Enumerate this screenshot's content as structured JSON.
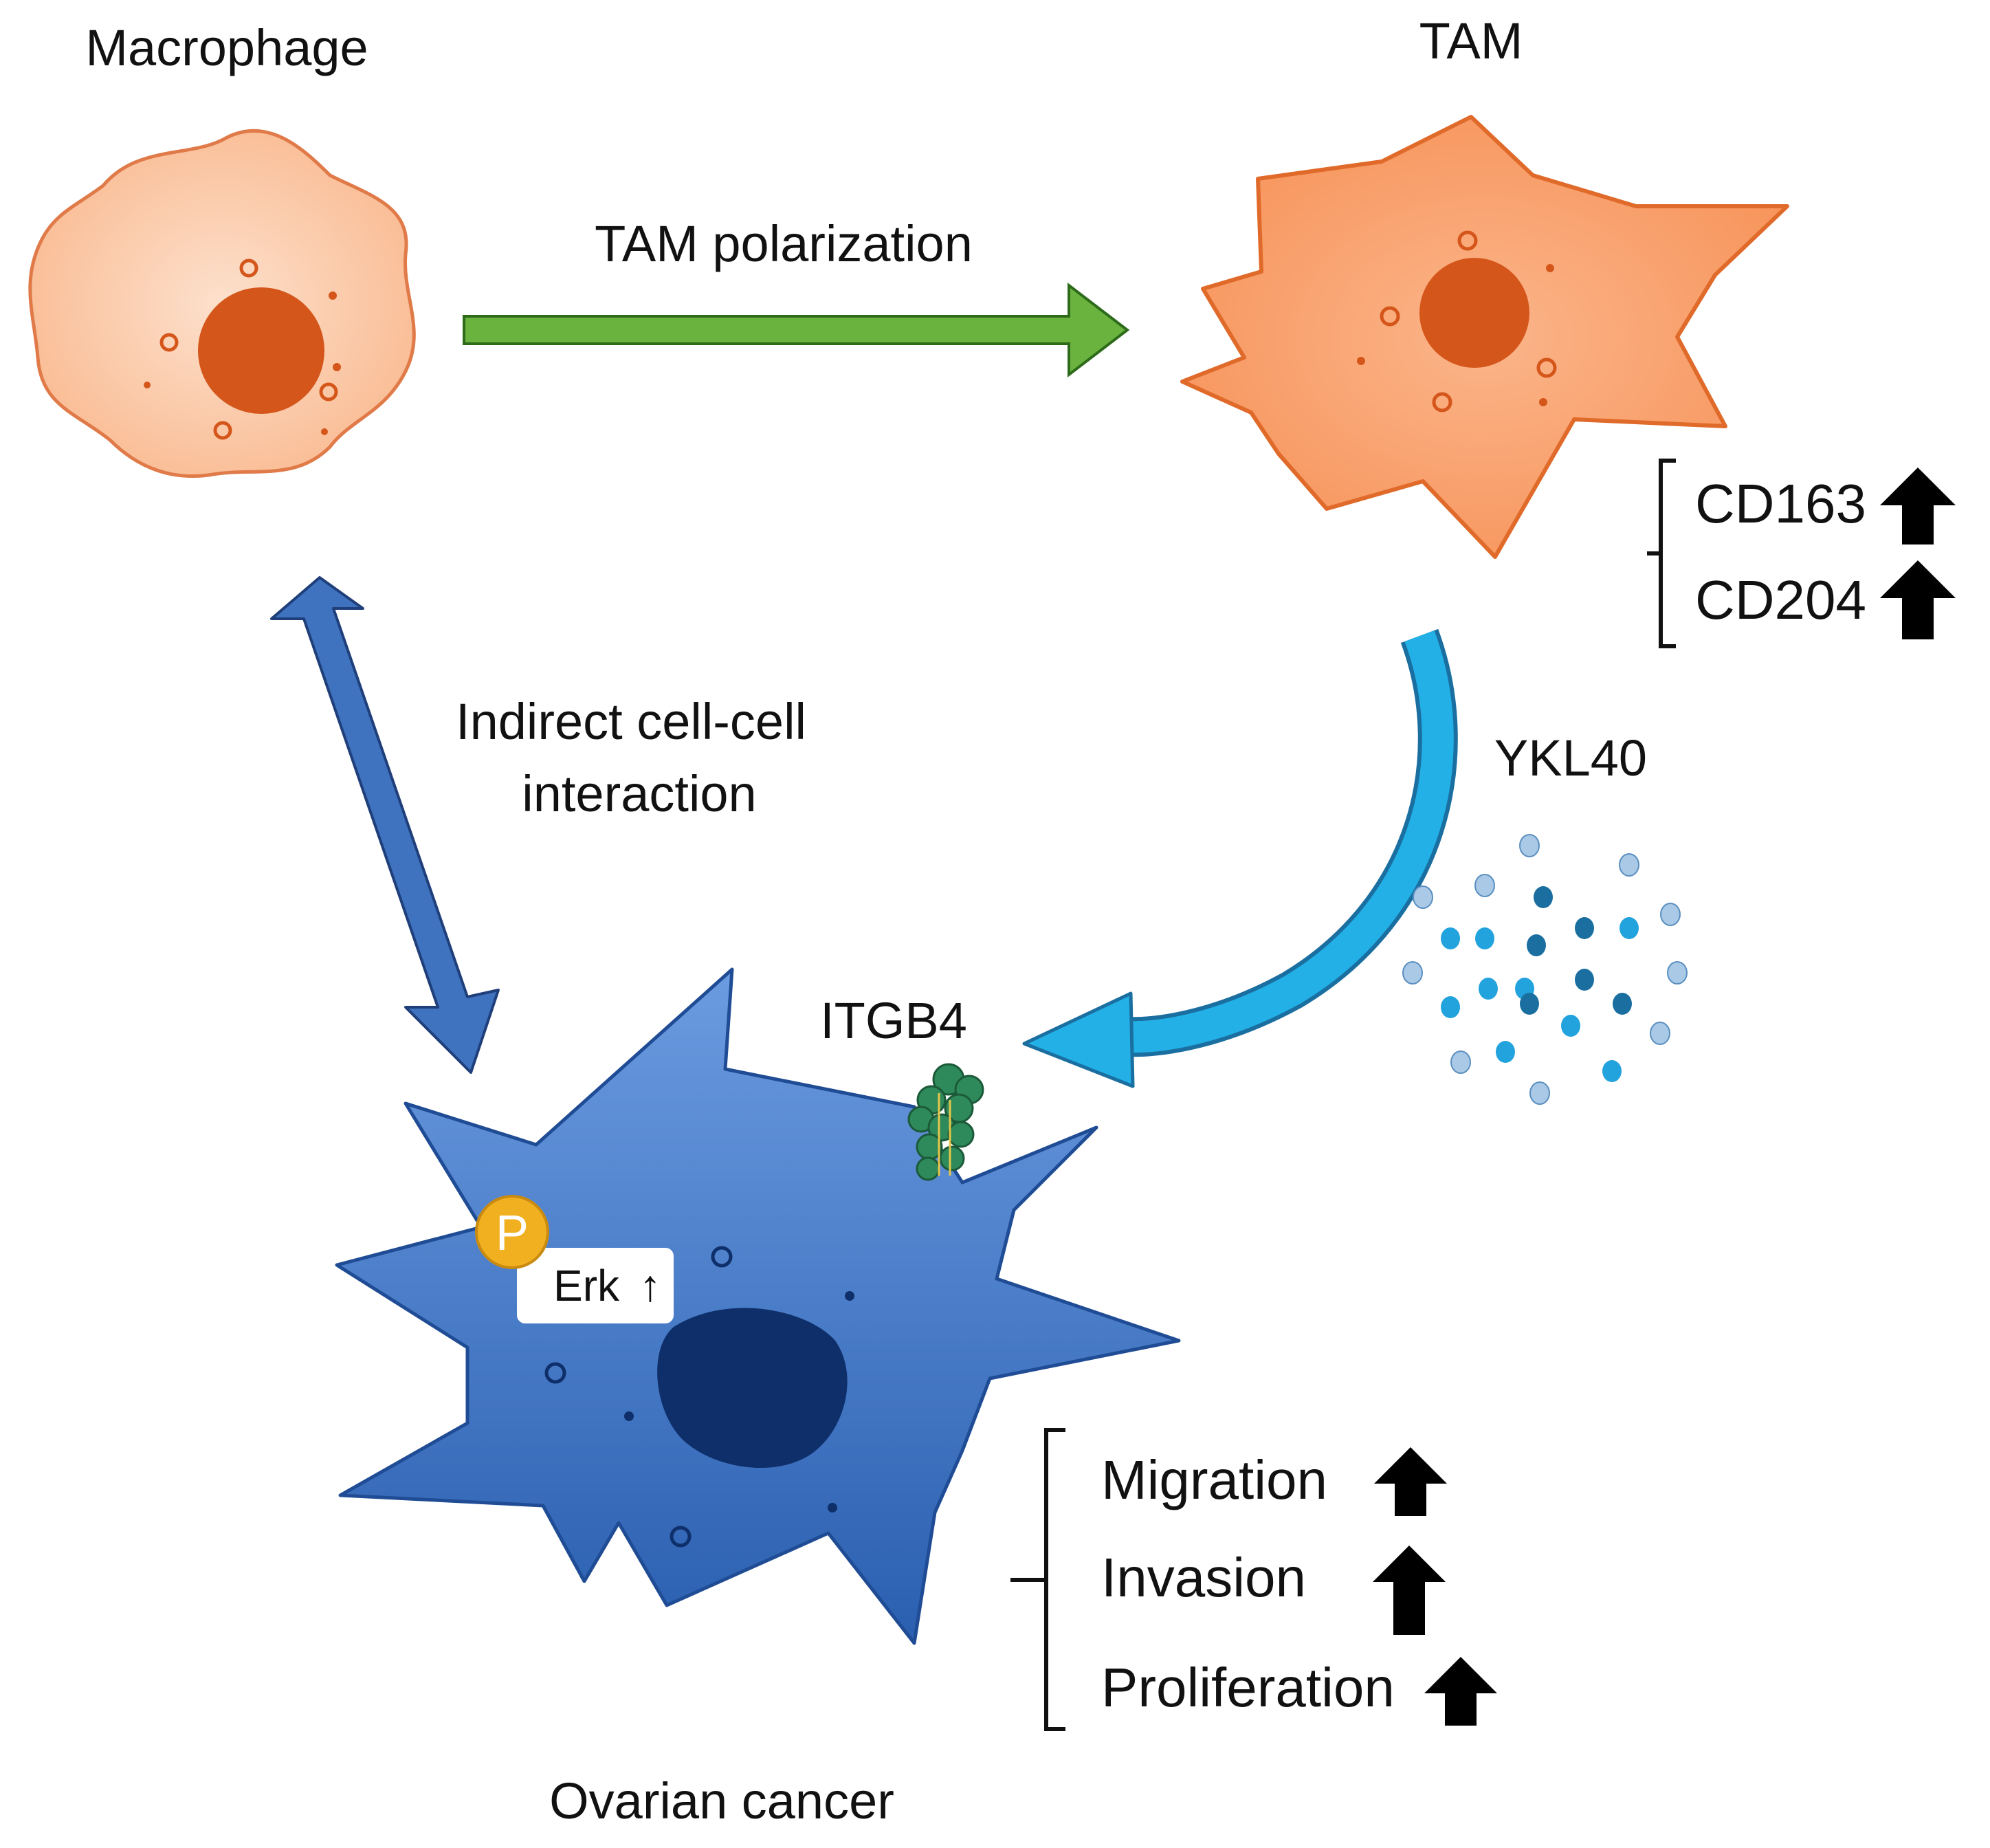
{
  "labels": {
    "macrophage": "Macrophage",
    "tam": "TAM",
    "tam_polarization": "TAM polarization",
    "indirect_line1": "Indirect cell-cell",
    "indirect_line2": "interaction",
    "ykl40": "YKL40",
    "itgb4": "ITGB4",
    "ovarian_cancer": "Ovarian cancer",
    "erk": "Erk",
    "erk_up": "↑",
    "phospho": "P"
  },
  "tam_markers": [
    "CD163",
    "CD204"
  ],
  "cancer_effects": [
    "Migration",
    "Invasion",
    "Proliferation"
  ],
  "arrow_icon": "bold-up-arrow-icon",
  "colors": {
    "macrophage_fill": "#fcc9a8",
    "macrophage_stroke": "#e07a48",
    "tam_fill": "#f9a06b",
    "nucleus_orange": "#d5561b",
    "polarization_arrow": "#6ab33e",
    "indirect_arrow": "#3f73bf",
    "ykl40_arrow": "#22b0e6",
    "cancer_fill_light": "#5b8ed8",
    "cancer_fill_dark": "#2a5fb0",
    "cancer_nucleus": "#0e2f6a",
    "itgb4": "#2f8a5b",
    "phospho": "#f0b020"
  }
}
